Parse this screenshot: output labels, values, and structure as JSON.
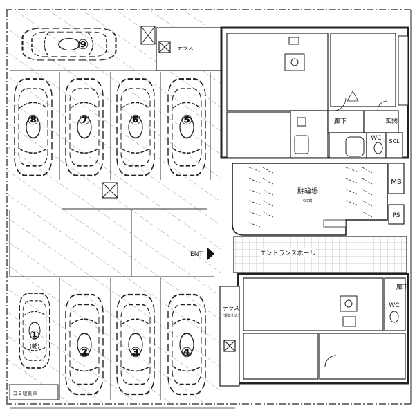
{
  "parking_spaces": [
    {
      "number": "⑨",
      "note": ""
    },
    {
      "number": "⑧",
      "note": ""
    },
    {
      "number": "⑦",
      "note": ""
    },
    {
      "number": "⑥",
      "note": ""
    },
    {
      "number": "⑤",
      "note": ""
    },
    {
      "number": "①",
      "note": "(軽)"
    },
    {
      "number": "②",
      "note": ""
    },
    {
      "number": "③",
      "note": ""
    },
    {
      "number": "④",
      "note": ""
    }
  ],
  "labels": {
    "terrace_top": "テラス",
    "terrace_mid": "テラス",
    "terrace_mid_sub": "(電気引込)",
    "corridor_1": "廊下",
    "corridor_2": "廊下",
    "entrance": "玄関",
    "wc_1": "WC",
    "wc_2": "WC",
    "scl": "SCL",
    "bike_parking": "駐輪場",
    "bike_parking_sub": "00台",
    "mb": "MB",
    "ps": "PS",
    "ent": "ENT",
    "entrance_hall": "エントランスホール",
    "garbage": "ゴミ収集庫"
  },
  "colors": {
    "line": "#1a1a1a",
    "hatch": "#555555",
    "wall": "#222222"
  }
}
